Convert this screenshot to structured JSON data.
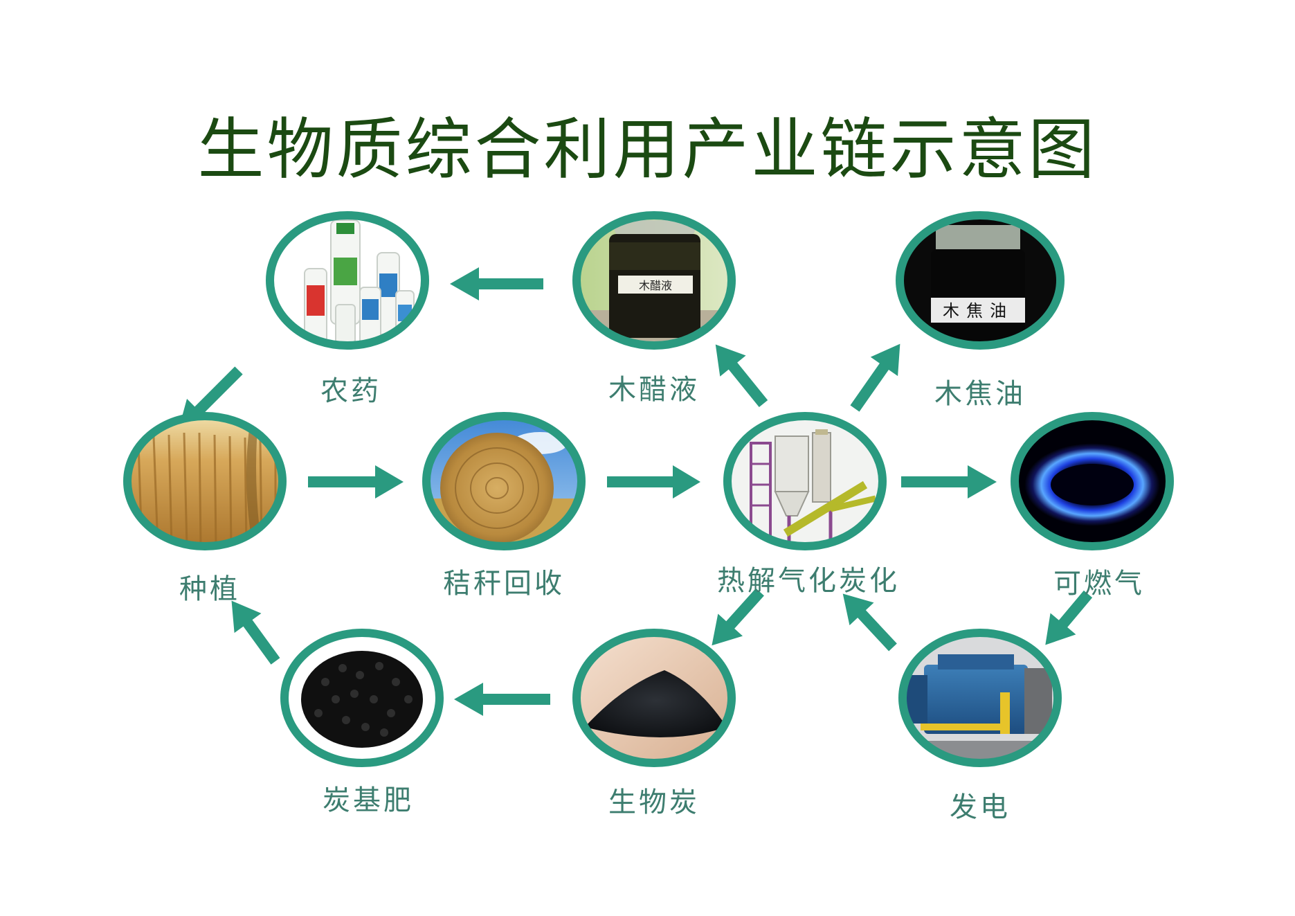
{
  "title": "生物质综合利用产业链示意图",
  "colors": {
    "title": "#1b4a12",
    "ring": "#2a9a80",
    "arrow": "#2a9a80",
    "label": "#3d7d6f"
  },
  "nodes": [
    {
      "id": "pesticide",
      "label": "农药",
      "picture": "pesticide-bottles"
    },
    {
      "id": "wood-vinegar",
      "label": "木醋液",
      "picture": "wood-vinegar-jar"
    },
    {
      "id": "wood-tar",
      "label": "木焦油",
      "picture": "wood-tar-jar"
    },
    {
      "id": "planting",
      "label": "种植",
      "picture": "wheat-field"
    },
    {
      "id": "straw-recycling",
      "label": "秸秆回收",
      "picture": "hay-bale"
    },
    {
      "id": "pyrolysis",
      "label": "热解气化炭化",
      "picture": "pyrolysis-plant"
    },
    {
      "id": "combustible-gas",
      "label": "可燃气",
      "picture": "gas-flame"
    },
    {
      "id": "carbon-fertilizer",
      "label": "炭基肥",
      "picture": "fertilizer-pellets"
    },
    {
      "id": "biochar",
      "label": "生物炭",
      "picture": "biochar-powder"
    },
    {
      "id": "power-generation",
      "label": "发电",
      "picture": "generator-set"
    }
  ],
  "jar_labels": {
    "wood_vinegar": "木醋液",
    "wood_tar": "木焦油"
  },
  "edges": [
    {
      "from": "wood-vinegar",
      "to": "pesticide"
    },
    {
      "from": "pesticide",
      "to": "planting"
    },
    {
      "from": "pyrolysis",
      "to": "wood-vinegar"
    },
    {
      "from": "pyrolysis",
      "to": "wood-tar"
    },
    {
      "from": "planting",
      "to": "straw-recycling"
    },
    {
      "from": "straw-recycling",
      "to": "pyrolysis"
    },
    {
      "from": "pyrolysis",
      "to": "combustible-gas"
    },
    {
      "from": "combustible-gas",
      "to": "power-generation"
    },
    {
      "from": "power-generation",
      "to": "pyrolysis"
    },
    {
      "from": "pyrolysis",
      "to": "biochar"
    },
    {
      "from": "biochar",
      "to": "carbon-fertilizer"
    },
    {
      "from": "carbon-fertilizer",
      "to": "planting"
    }
  ]
}
